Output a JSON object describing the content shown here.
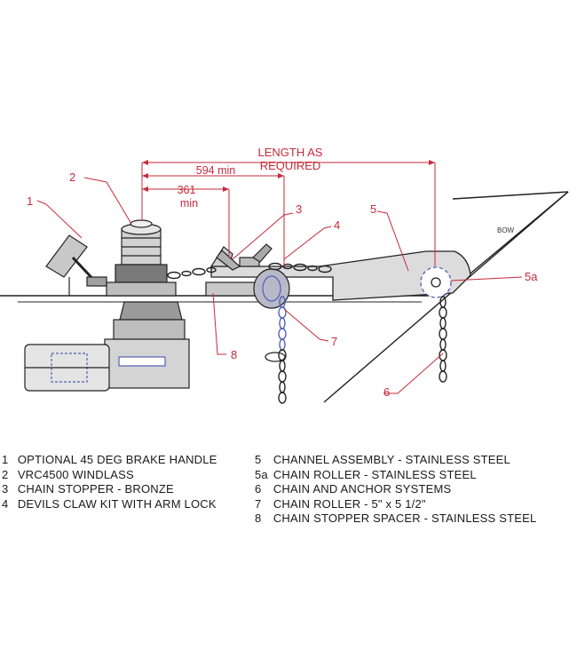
{
  "dimensions": {
    "length_as_required_line1": "LENGTH AS",
    "length_as_required_line2": "REQUIRED",
    "d594": "594 min",
    "d361_line1": "361",
    "d361_line2": "min"
  },
  "callouts": [
    "1",
    "2",
    "3",
    "4",
    "5",
    "5a",
    "6",
    "7",
    "8"
  ],
  "bow_label": "BOW",
  "legend_left": [
    {
      "num": "1",
      "text": "OPTIONAL 45 DEG BRAKE HANDLE"
    },
    {
      "num": "2",
      "text": "VRC4500 WINDLASS"
    },
    {
      "num": "3",
      "text": "CHAIN STOPPER - BRONZE"
    },
    {
      "num": "4",
      "text": "DEVILS CLAW KIT WITH ARM LOCK"
    }
  ],
  "legend_right": [
    {
      "num": "5",
      "text": "CHANNEL ASSEMBLY - STAINLESS STEEL"
    },
    {
      "num": "5a",
      "text": "CHAIN ROLLER - STAINLESS STEEL"
    },
    {
      "num": "6",
      "text": "CHAIN AND ANCHOR SYSTEMS"
    },
    {
      "num": "7",
      "text": "CHAIN ROLLER - 5\" x 5 1/2\""
    },
    {
      "num": "8",
      "text": "CHAIN STOPPER SPACER - STAINLESS STEEL"
    }
  ],
  "colors": {
    "callout": "#c62a3a",
    "line": "#222222",
    "chain_highlight": "#5060b8"
  }
}
